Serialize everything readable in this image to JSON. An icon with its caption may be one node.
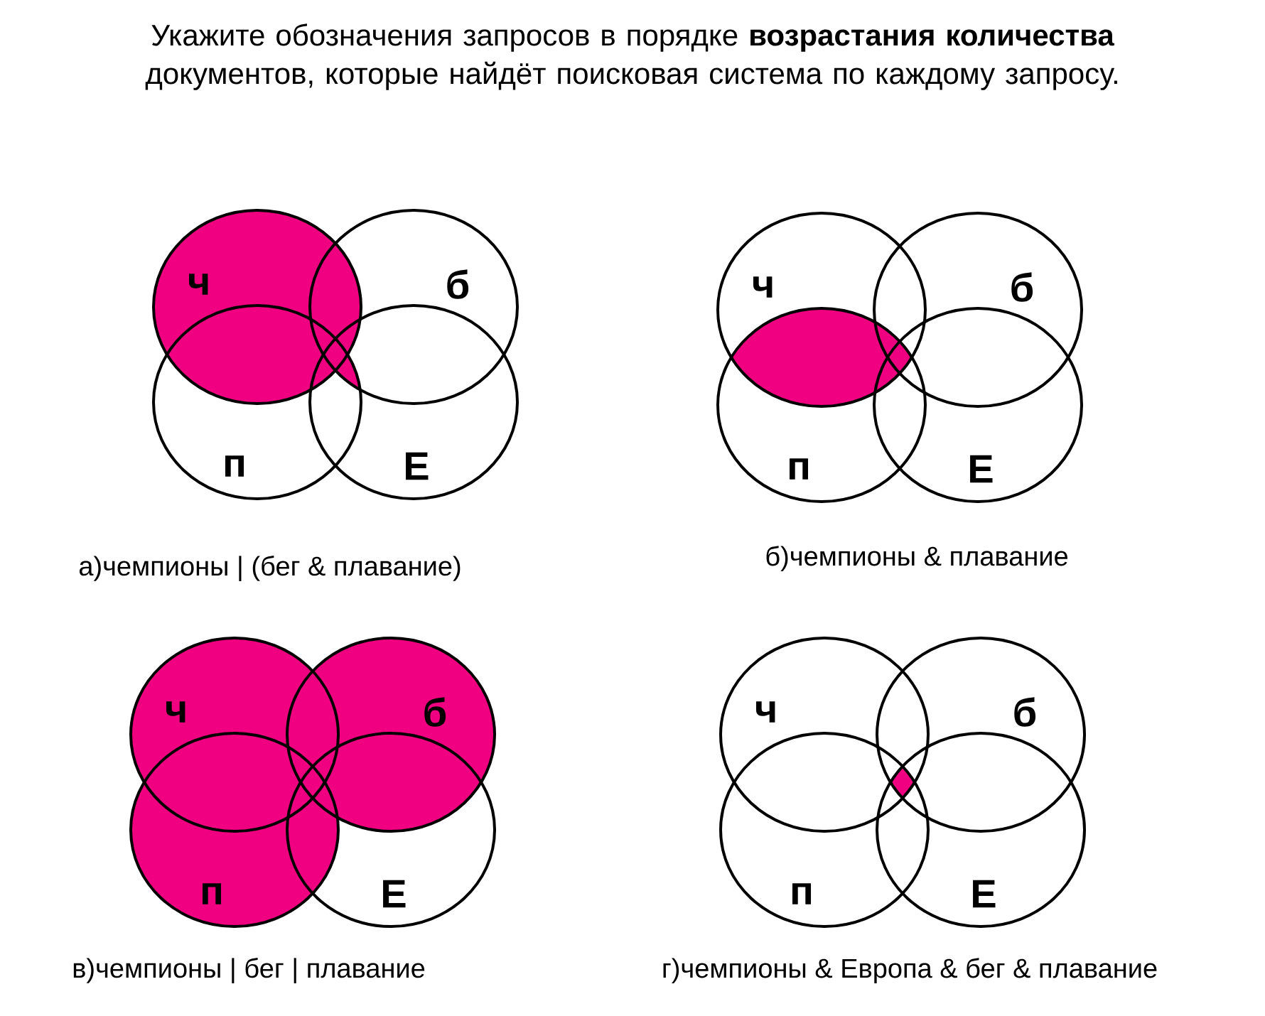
{
  "diagram": {
    "title": "Укажите обозначения запросов в порядке **возрастания количества** документов, которые найдёт поисковая система по каждому запросу.",
    "nodes": [
      {
        "text": [
          "ч"
        ]
      },
      {
        "text": [
          "б"
        ]
      },
      {
        "text": [
          "п"
        ]
      },
      {
        "text": [
          "Е"
        ]
      },
      {
        "text": [
          "ч"
        ]
      },
      {
        "text": [
          "б"
        ]
      },
      {
        "text": [
          "п"
        ]
      },
      {
        "text": [
          "Е"
        ]
      },
      {
        "text": [
          "ч"
        ]
      },
      {
        "text": [
          "б"
        ]
      },
      {
        "text": [
          "п"
        ]
      },
      {
        "text": [
          "Е"
        ]
      },
      {
        "text": [
          "ч"
        ]
      },
      {
        "text": [
          "б"
        ]
      },
      {
        "text": [
          "п"
        ]
      },
      {
        "text": [
          "Е"
        ]
      }
    ],
    "labels": [
      "а)чемпионы | (бег & плавание)",
      "б)чемпионы & плавание",
      "в)чемпионы | бег | плавание",
      "г)чемпионы & Европа & бег & плавание"
    ]
  }
}
